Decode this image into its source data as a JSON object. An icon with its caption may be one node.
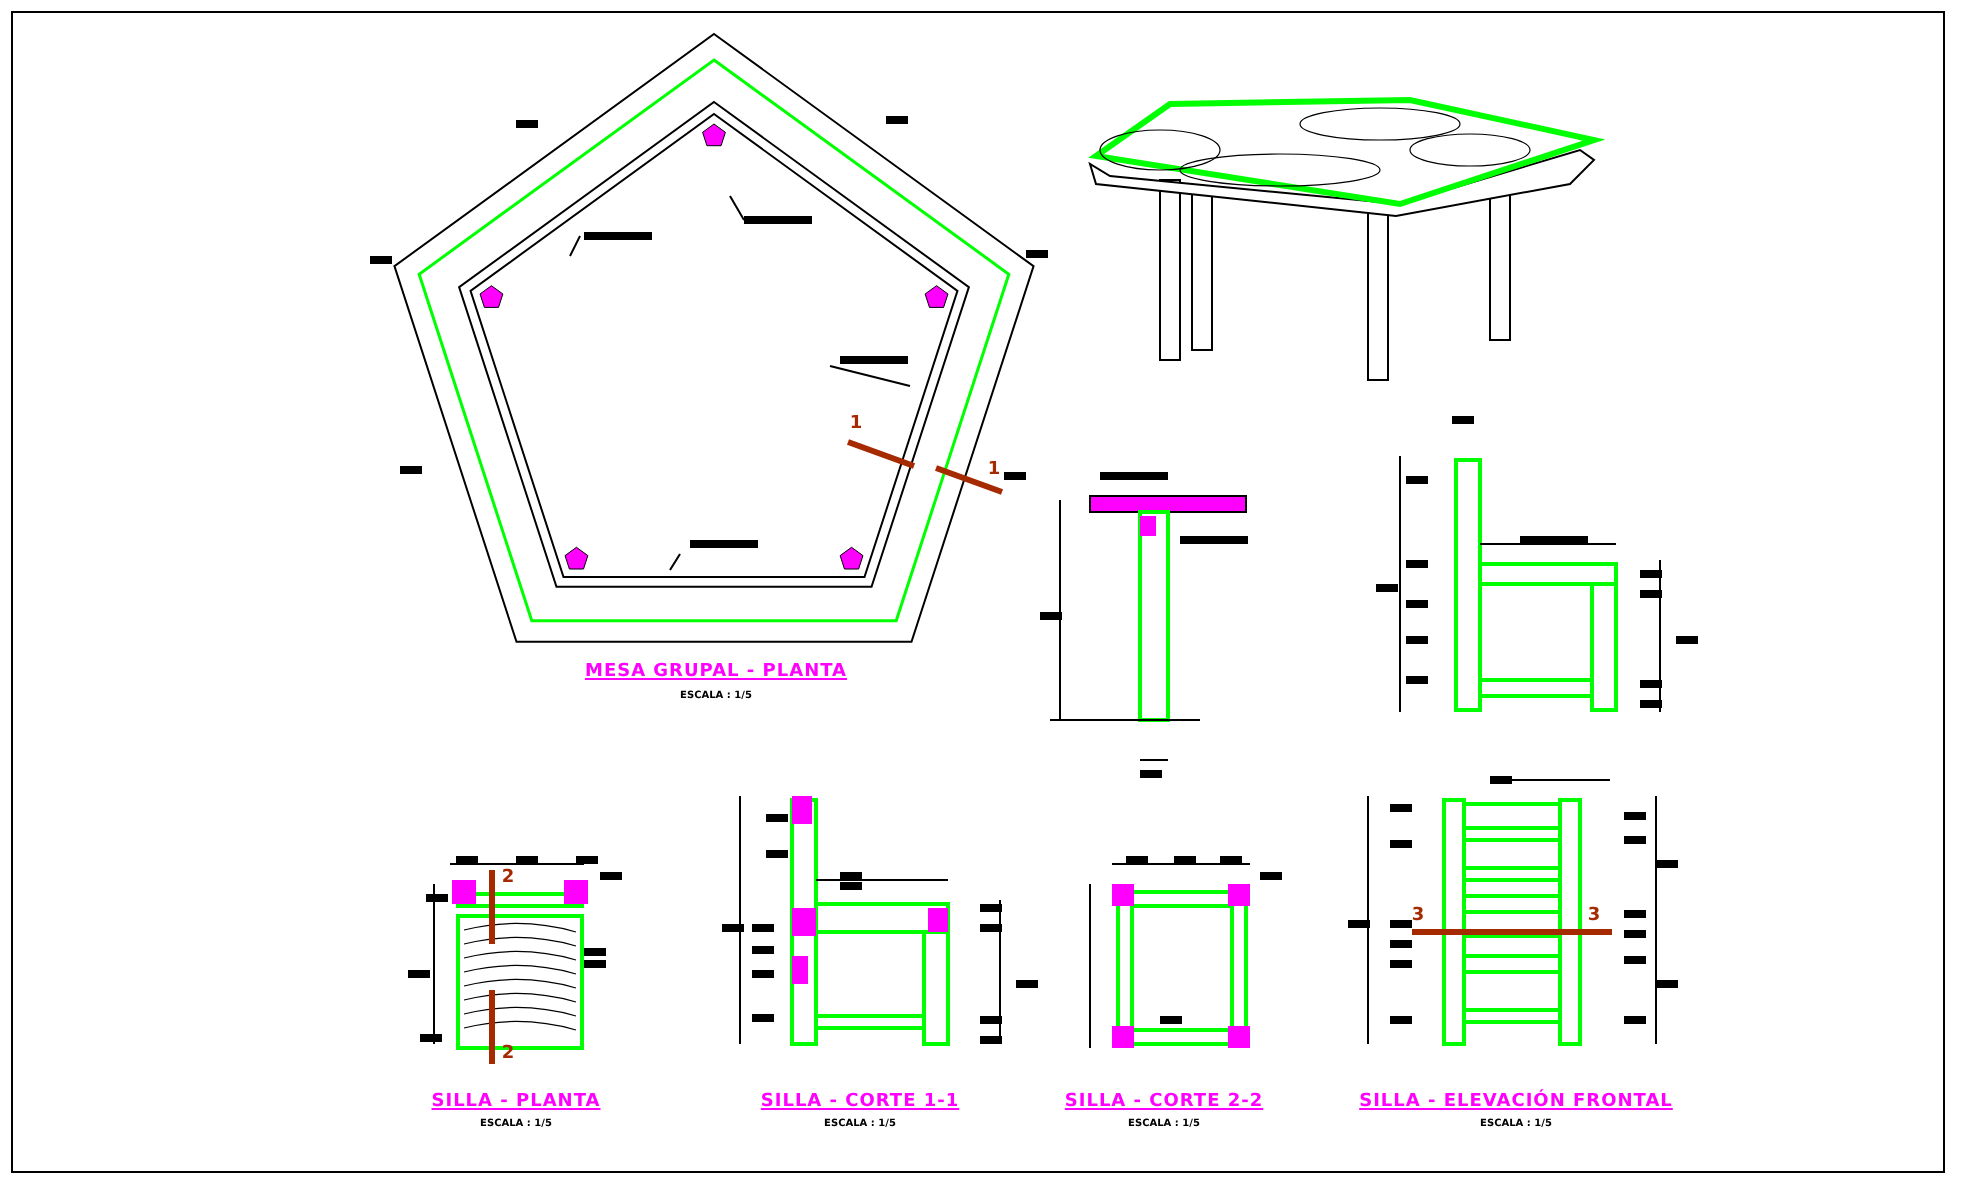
{
  "diagram": {
    "labels": [
      "1",
      "1",
      "MESA GRUPAL - PLANTA",
      "ESCALA : 1/5",
      "2",
      "3",
      "3",
      "2",
      "SILLA - PLANTA",
      "ESCALA : 1/5",
      "SILLA - CORTE 1-1",
      "ESCALA : 1/5",
      "SILLA - CORTE 2-2",
      "ESCALA : 1/5",
      "SILLA - ELEVACIÓN FRONTAL",
      "ESCALA : 1/5"
    ]
  }
}
